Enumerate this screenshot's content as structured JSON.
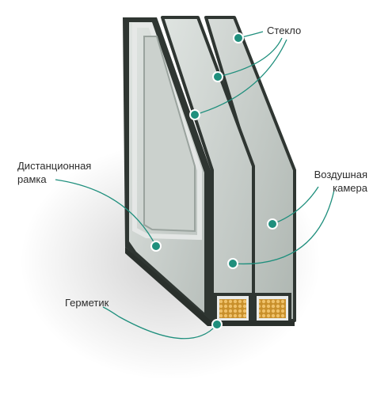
{
  "labels": {
    "glass": "Стекло",
    "spacer": [
      "Дистанционная",
      "рамка"
    ],
    "air_chamber": [
      "Воздушная",
      "камера"
    ],
    "sealant": "Герметик"
  },
  "colors": {
    "frame": "#2f3632",
    "glass": "#c9cfcc",
    "leader": "#1f8f7d",
    "marker_fill": "#1f8f7d",
    "marker_ring": "#ffffff",
    "desiccant": "#d9a13a",
    "text": "#2c2c2c"
  },
  "icons": {
    "marker": "callout-dot-icon"
  }
}
